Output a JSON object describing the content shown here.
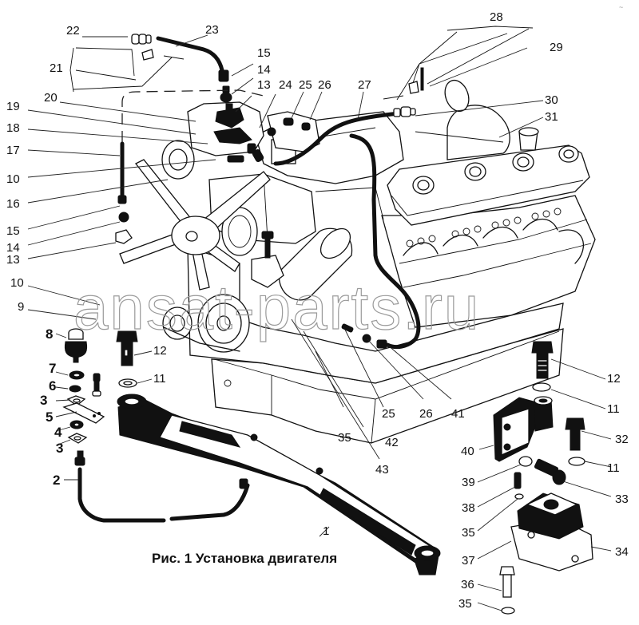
{
  "figure": {
    "caption": "Рис. 1 Установка двигателя",
    "watermark": "ansat-parts.ru",
    "corner_mark": "~"
  },
  "callouts": [
    {
      "id": "c1",
      "label": "1",
      "style": "normal"
    },
    {
      "id": "c2",
      "label": "2",
      "style": "bold"
    },
    {
      "id": "c3a",
      "label": "3",
      "style": "bold"
    },
    {
      "id": "c3b",
      "label": "3",
      "style": "bold"
    },
    {
      "id": "c4",
      "label": "4",
      "style": "bold"
    },
    {
      "id": "c5",
      "label": "5",
      "style": "bold"
    },
    {
      "id": "c6",
      "label": "6",
      "style": "bold"
    },
    {
      "id": "c7",
      "label": "7",
      "style": "bold"
    },
    {
      "id": "c8",
      "label": "8",
      "style": "bold"
    },
    {
      "id": "c9",
      "label": "9",
      "style": "normal"
    },
    {
      "id": "c10a",
      "label": "10",
      "style": "normal"
    },
    {
      "id": "c10b",
      "label": "10",
      "style": "normal"
    },
    {
      "id": "c11a",
      "label": "11",
      "style": "normal"
    },
    {
      "id": "c11b",
      "label": "11",
      "style": "normal"
    },
    {
      "id": "c11c",
      "label": "11",
      "style": "normal"
    },
    {
      "id": "c12a",
      "label": "12",
      "style": "normal"
    },
    {
      "id": "c12b",
      "label": "12",
      "style": "normal"
    },
    {
      "id": "c13a",
      "label": "13",
      "style": "normal"
    },
    {
      "id": "c13b",
      "label": "13",
      "style": "normal"
    },
    {
      "id": "c14a",
      "label": "14",
      "style": "normal"
    },
    {
      "id": "c14b",
      "label": "14",
      "style": "normal"
    },
    {
      "id": "c15a",
      "label": "15",
      "style": "normal"
    },
    {
      "id": "c15b",
      "label": "15",
      "style": "normal"
    },
    {
      "id": "c16",
      "label": "16",
      "style": "normal"
    },
    {
      "id": "c17",
      "label": "17",
      "style": "normal"
    },
    {
      "id": "c18",
      "label": "18",
      "style": "normal"
    },
    {
      "id": "c19",
      "label": "19",
      "style": "normal"
    },
    {
      "id": "c20",
      "label": "20",
      "style": "normal"
    },
    {
      "id": "c21",
      "label": "21",
      "style": "normal"
    },
    {
      "id": "c22",
      "label": "22",
      "style": "normal"
    },
    {
      "id": "c23",
      "label": "23",
      "style": "normal"
    },
    {
      "id": "c24",
      "label": "24",
      "style": "normal"
    },
    {
      "id": "c25a",
      "label": "25",
      "style": "normal"
    },
    {
      "id": "c25b",
      "label": "25",
      "style": "normal"
    },
    {
      "id": "c26a",
      "label": "26",
      "style": "normal"
    },
    {
      "id": "c26b",
      "label": "26",
      "style": "normal"
    },
    {
      "id": "c27",
      "label": "27",
      "style": "normal"
    },
    {
      "id": "c28",
      "label": "28",
      "style": "normal"
    },
    {
      "id": "c29",
      "label": "29",
      "style": "normal"
    },
    {
      "id": "c30",
      "label": "30",
      "style": "normal"
    },
    {
      "id": "c31",
      "label": "31",
      "style": "normal"
    },
    {
      "id": "c32",
      "label": "32",
      "style": "normal"
    },
    {
      "id": "c33",
      "label": "33",
      "style": "normal"
    },
    {
      "id": "c34",
      "label": "34",
      "style": "normal"
    },
    {
      "id": "c35a",
      "label": "35",
      "style": "normal"
    },
    {
      "id": "c35b",
      "label": "35",
      "style": "normal"
    },
    {
      "id": "c35c",
      "label": "35",
      "style": "normal"
    },
    {
      "id": "c36",
      "label": "36",
      "style": "normal"
    },
    {
      "id": "c37",
      "label": "37",
      "style": "normal"
    },
    {
      "id": "c38",
      "label": "38",
      "style": "normal"
    },
    {
      "id": "c39",
      "label": "39",
      "style": "normal"
    },
    {
      "id": "c40",
      "label": "40",
      "style": "normal"
    },
    {
      "id": "c41",
      "label": "41",
      "style": "normal"
    },
    {
      "id": "c42",
      "label": "42",
      "style": "normal"
    },
    {
      "id": "c43",
      "label": "43",
      "style": "normal"
    }
  ],
  "parts": {
    "engine": "engine-assembly",
    "fan": "cooling-fan",
    "oil_filter": "oil-filter",
    "front_support": "front-engine-support-beam",
    "rear_mount": "rear-engine-mount"
  }
}
